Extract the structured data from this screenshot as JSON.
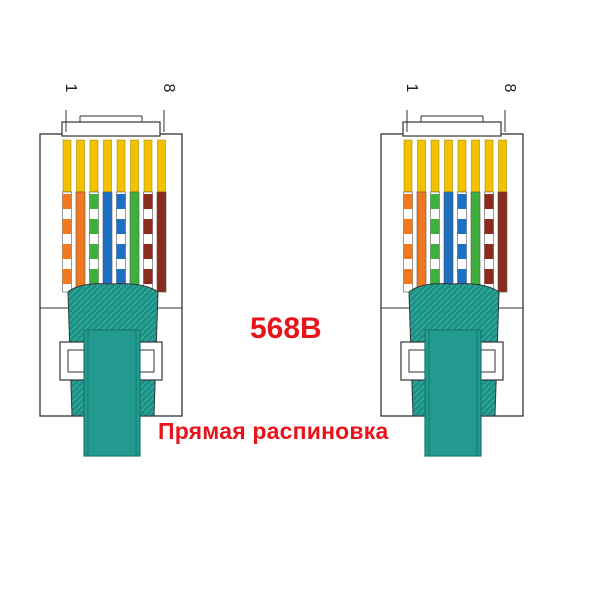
{
  "title": "568B",
  "caption": "Прямая распиновка",
  "connectors": [
    {
      "pin_first": "1",
      "pin_last": "8"
    },
    {
      "pin_first": "1",
      "pin_last": "8"
    }
  ],
  "wires": [
    {
      "pin": 1,
      "name": "orange-white",
      "base": "#ffffff",
      "stripe": "#f07820"
    },
    {
      "pin": 2,
      "name": "orange",
      "base": "#f07820",
      "stripe": null
    },
    {
      "pin": 3,
      "name": "green-white",
      "base": "#ffffff",
      "stripe": "#3fae3c"
    },
    {
      "pin": 4,
      "name": "blue",
      "base": "#1d6fc1",
      "stripe": null
    },
    {
      "pin": 5,
      "name": "blue-white",
      "base": "#ffffff",
      "stripe": "#1d6fc1"
    },
    {
      "pin": 6,
      "name": "green",
      "base": "#3fae3c",
      "stripe": null
    },
    {
      "pin": 7,
      "name": "brown-white",
      "base": "#ffffff",
      "stripe": "#8b2b1e"
    },
    {
      "pin": 8,
      "name": "brown",
      "base": "#8b2b1e",
      "stripe": null
    }
  ],
  "colors": {
    "cable": "#239a8f",
    "cable_dark": "#17776e",
    "contacts": "#f2c200",
    "outline": "#333333",
    "caption": "#e8141b"
  }
}
